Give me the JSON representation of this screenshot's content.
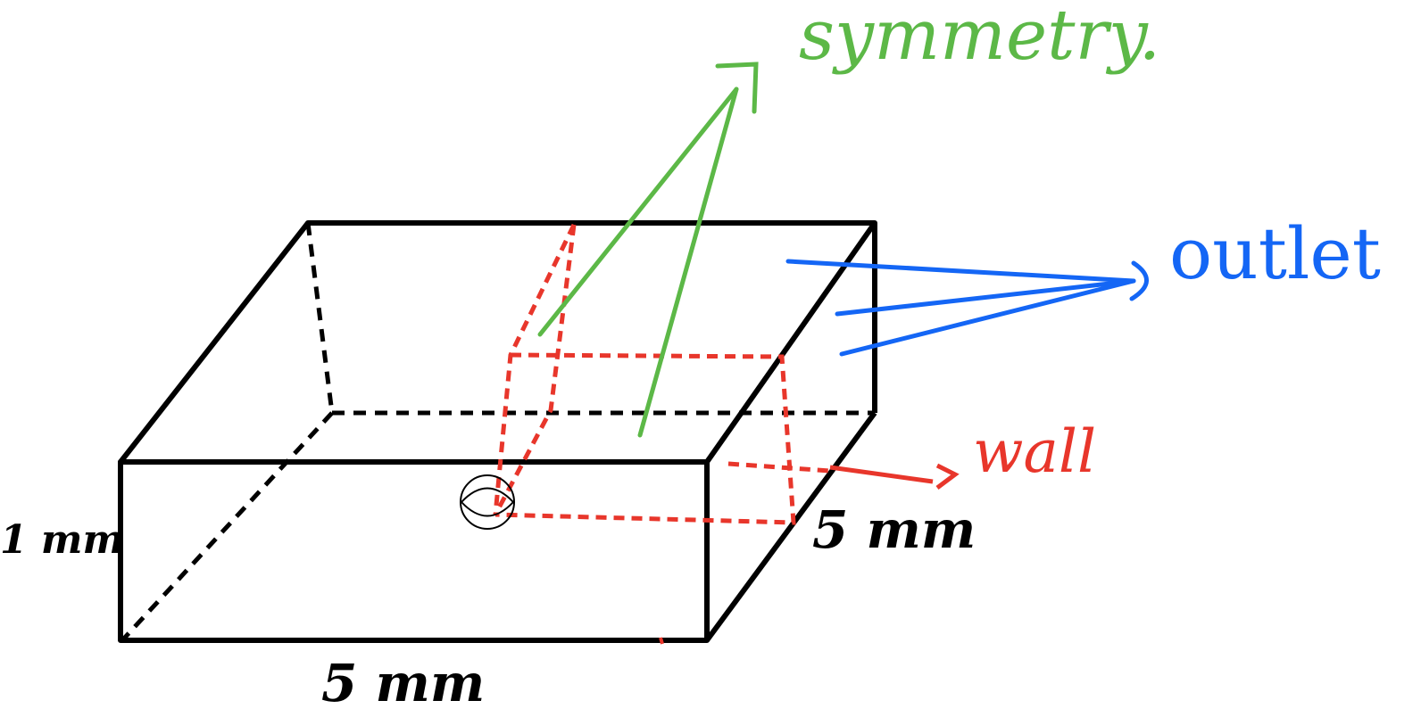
{
  "diagram": {
    "type": "3d-box-boundary-conditions",
    "colors": {
      "box": "#000000",
      "symmetry": "#5cb847",
      "outlet": "#1466f5",
      "wall": "#e8362b"
    },
    "labels": {
      "symmetry": "symmetry.",
      "outlet": "outlet",
      "wall": "wall",
      "height": "1 mm",
      "width_bottom": "5 mm",
      "depth_right": "5 mm"
    }
  }
}
